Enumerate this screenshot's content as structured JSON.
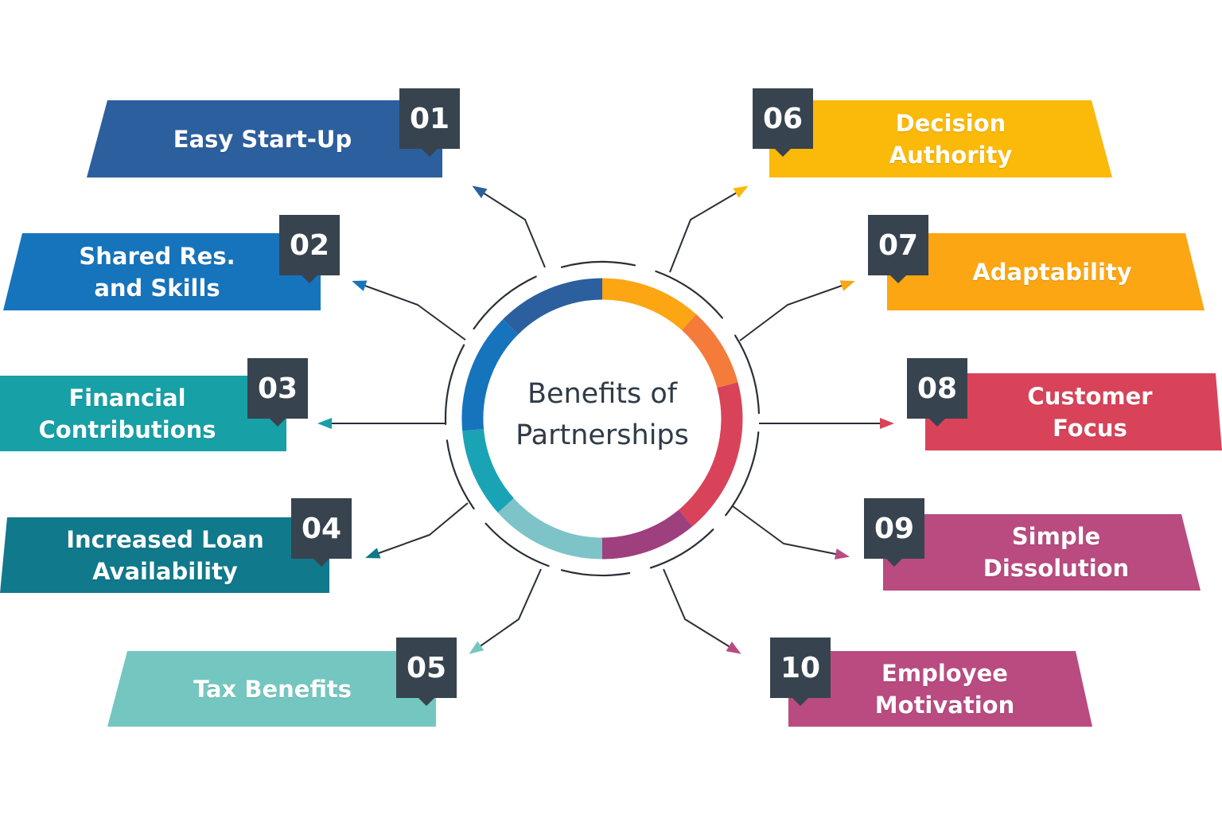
{
  "center": {
    "title_line1": "Benefits  of",
    "title_line2": "Partnerships"
  },
  "colors": {
    "number_box": "#37444f",
    "connector": "#2a2f36",
    "outer_ring": "#2a2f36",
    "center_text": "#2f3b47"
  },
  "benefits": [
    {
      "number": "01",
      "lines": [
        "Easy Start-Up"
      ],
      "color": "#2c5f9e"
    },
    {
      "number": "02",
      "lines": [
        "Shared Res.",
        "and Skills"
      ],
      "color": "#1674bd"
    },
    {
      "number": "03",
      "lines": [
        "Financial",
        "Contributions"
      ],
      "color": "#17a0a6"
    },
    {
      "number": "04",
      "lines": [
        "Increased Loan",
        "Availability"
      ],
      "color": "#10798b"
    },
    {
      "number": "05",
      "lines": [
        "Tax Benefits"
      ],
      "color": "#74c7c0"
    },
    {
      "number": "06",
      "lines": [
        "Decision",
        "Authority"
      ],
      "color": "#fbb90a"
    },
    {
      "number": "07",
      "lines": [
        "Adaptability"
      ],
      "color": "#fba612"
    },
    {
      "number": "08",
      "lines": [
        "Customer",
        "Focus"
      ],
      "color": "#d8435a"
    },
    {
      "number": "09",
      "lines": [
        "Simple",
        "Dissolution"
      ],
      "color": "#b94b80"
    },
    {
      "number": "10",
      "lines": [
        "Employee",
        "Motivation"
      ],
      "color": "#b94b80"
    }
  ],
  "ring_segments": [
    {
      "color": "#2c5f9e"
    },
    {
      "color": "#fba612"
    },
    {
      "color": "#f47b3a"
    },
    {
      "color": "#d8435a"
    },
    {
      "color": "#9e3f7e"
    },
    {
      "color": "#7ec3c8"
    },
    {
      "color": "#1aa3b5"
    },
    {
      "color": "#1674bd"
    }
  ]
}
